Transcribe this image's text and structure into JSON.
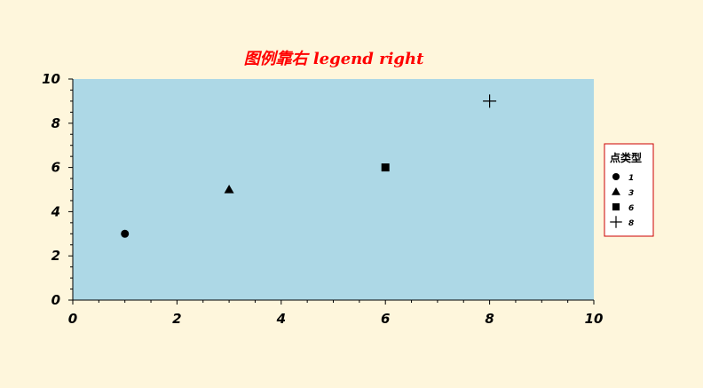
{
  "chart_data": {
    "type": "scatter",
    "title": "图例靠右 legend right",
    "xlabel": "",
    "ylabel": "",
    "xlim": [
      0,
      10
    ],
    "ylim": [
      0,
      10
    ],
    "xticks": [
      0,
      2,
      4,
      6,
      8,
      10
    ],
    "yticks": [
      0,
      2,
      4,
      6,
      8,
      10
    ],
    "grid": false,
    "legend_position": "right",
    "legend_title": "点类型",
    "plot_background": "#add8e6",
    "page_background": "#fef6dc",
    "title_color": "#ff0000",
    "legend_border_color": "#cc0000",
    "series": [
      {
        "name": "1",
        "marker": "circle",
        "points": [
          [
            1,
            3
          ]
        ]
      },
      {
        "name": "3",
        "marker": "triangle",
        "points": [
          [
            3,
            5
          ]
        ]
      },
      {
        "name": "6",
        "marker": "square",
        "points": [
          [
            6,
            6
          ]
        ]
      },
      {
        "name": "8",
        "marker": "plus",
        "points": [
          [
            8,
            9
          ]
        ]
      }
    ]
  }
}
